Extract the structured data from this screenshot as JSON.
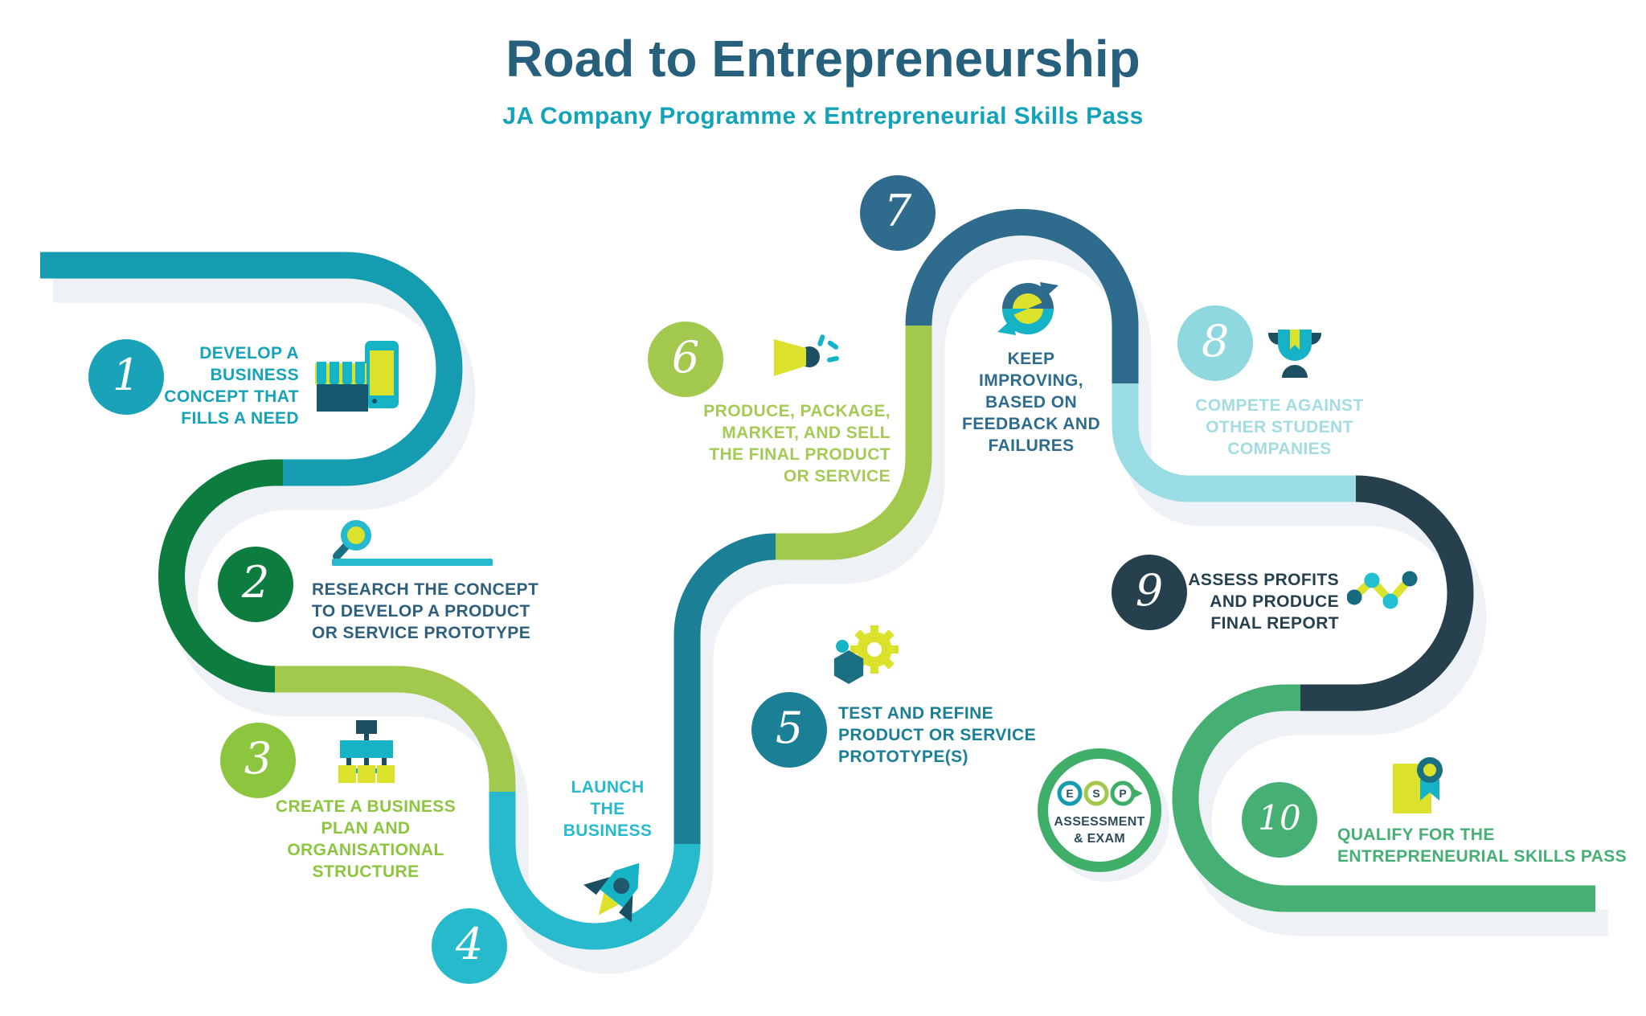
{
  "header": {
    "title": "Road to Entrepreneurship",
    "subtitle": "JA Company Programme x Entrepreneurial Skills Pass"
  },
  "steps": [
    {
      "num": "1",
      "label": "DEVELOP A\nBUSINESS\nCONCEPT THAT\nFILLS A NEED",
      "icon": "storefront-phone",
      "circle_color": "#1aa3b8",
      "text_color": "#16a3b8"
    },
    {
      "num": "2",
      "label": "RESEARCH THE CONCEPT\nTO DEVELOP A PRODUCT\nOR SERVICE PROTOTYPE",
      "icon": "magnifying-glass",
      "circle_color": "#0c7c3f",
      "text_color": "#2e5f7c"
    },
    {
      "num": "3",
      "label": "CREATE A BUSINESS\nPLAN AND\nORGANISATIONAL\nSTRUCTURE",
      "icon": "organisation-chart",
      "circle_color": "#8cc63f",
      "text_color": "#8cc63f"
    },
    {
      "num": "4",
      "label": "LAUNCH\nTHE\nBUSINESS",
      "icon": "rocket",
      "circle_color": "#27bacd",
      "text_color": "#27bacd"
    },
    {
      "num": "5",
      "label": "TEST AND REFINE\nPRODUCT OR SERVICE\nPROTOTYPE(S)",
      "icon": "gear-hexagon",
      "circle_color": "#1b7f96",
      "text_color": "#1b8096"
    },
    {
      "num": "6",
      "label": "PRODUCE, PACKAGE,\nMARKET, AND SELL\nTHE FINAL PRODUCT\nOR SERVICE",
      "icon": "megaphone",
      "circle_color": "#a2c94e",
      "text_color": "#a5cb57"
    },
    {
      "num": "7",
      "label": "KEEP\nIMPROVING,\nBASED ON\nFEEDBACK AND\nFAILURES",
      "icon": "refresh-arrows",
      "circle_color": "#2e6b8c",
      "text_color": "#2e6b8c"
    },
    {
      "num": "8",
      "label": "COMPETE AGAINST\nOTHER STUDENT\nCOMPANIES",
      "icon": "trophy",
      "circle_color": "#8fd8df",
      "text_color": "#a3dce3"
    },
    {
      "num": "9",
      "label": "ASSESS PROFITS\nAND PRODUCE\nFINAL REPORT",
      "icon": "profit-chart",
      "circle_color": "#26404e",
      "text_color": "#26404e"
    },
    {
      "num": "10",
      "label": "QUALIFY FOR THE\nENTREPRENEURIAL SKILLS PASS",
      "icon": "certificate",
      "circle_color": "#46af73",
      "text_color": "#46af73"
    }
  ],
  "esp_badge": {
    "letters": [
      "E",
      "S",
      "P"
    ],
    "label": "ASSESSMENT\n& EXAM",
    "ring_color": "#3fae68"
  },
  "road": {
    "segments": [
      {
        "id": "teal-start",
        "color": "#169cb1"
      },
      {
        "id": "dark-green",
        "color": "#0c7c3f"
      },
      {
        "id": "light-green-1",
        "color": "#a2c94e"
      },
      {
        "id": "cyan",
        "color": "#27bacd"
      },
      {
        "id": "deep-teal",
        "color": "#1b7f96"
      },
      {
        "id": "light-green-2",
        "color": "#a2c94e"
      },
      {
        "id": "steel-blue",
        "color": "#2e6b8c"
      },
      {
        "id": "pale-cyan",
        "color": "#9adce3"
      },
      {
        "id": "navy",
        "color": "#26404e"
      },
      {
        "id": "green-end",
        "color": "#46af73"
      }
    ],
    "shadow_color": "#eef1f5"
  },
  "palette": {
    "title": "#27607c",
    "subtitle": "#13a3b8",
    "accent_yellow": "#dce22b",
    "icon_navy": "#1d4f63",
    "icon_teal": "#16b2c5",
    "icon_dark_teal": "#1b6f82"
  }
}
